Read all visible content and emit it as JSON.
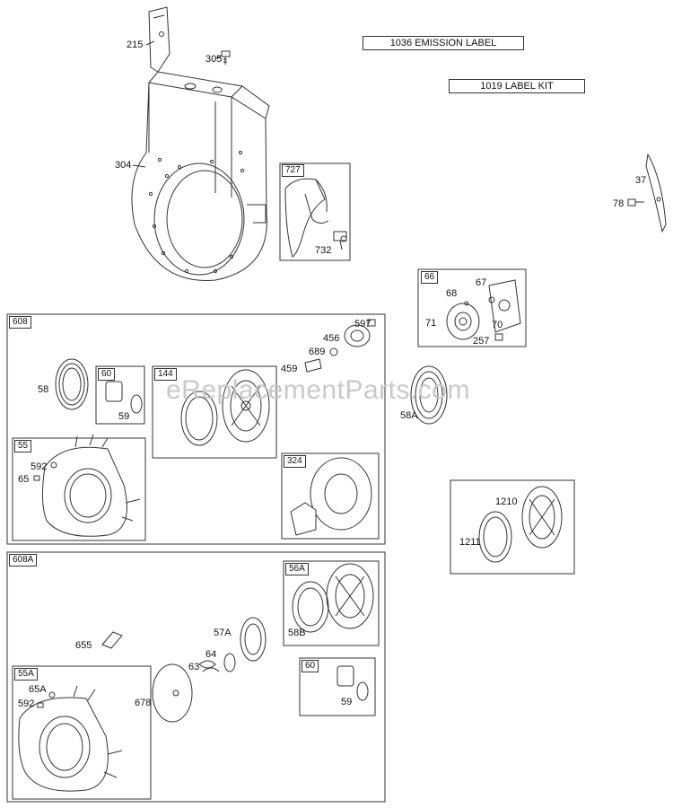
{
  "labels": {
    "emission": "1036 EMISSION LABEL",
    "label_kit": "1019 LABEL KIT"
  },
  "watermark": "eReplacementParts.com",
  "group_tags": {
    "g727": "727",
    "g66": "66",
    "g608": "608",
    "g60": "60",
    "g144": "144",
    "g55": "55",
    "g324": "324",
    "g608a": "608A",
    "g56a": "56A",
    "g60b": "60",
    "g55a": "55A"
  },
  "callouts": {
    "c215": "215",
    "c305": "305",
    "c304": "304",
    "c732": "732",
    "c37": "37",
    "c78": "78",
    "c68": "68",
    "c67": "67",
    "c71": "71",
    "c70": "70",
    "c257": "257",
    "c597": "597",
    "c456": "456",
    "c689": "689",
    "c459": "459",
    "c58": "58",
    "c59": "59",
    "c58a": "58A",
    "c592": "592",
    "c65": "65",
    "c1210": "1210",
    "c1211": "1211",
    "c655": "655",
    "c57a": "57A",
    "c64": "64",
    "c63": "63",
    "c58b": "58B",
    "c678": "678",
    "c59b": "59",
    "c65a": "65A",
    "c592b": "592"
  }
}
